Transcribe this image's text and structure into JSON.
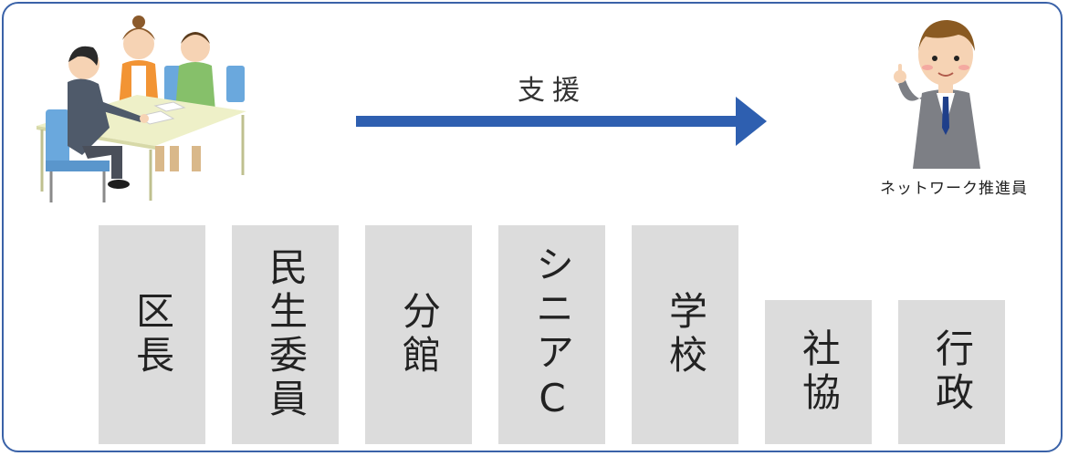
{
  "colors": {
    "frame_border": "#3a62a8",
    "arrow": "#2e5fb0",
    "box_fill": "#dcdcdc"
  },
  "arrow": {
    "label": "支援"
  },
  "person": {
    "caption": "ネットワーク推進員"
  },
  "organizations": [
    {
      "label": "区長"
    },
    {
      "label": "民生委員"
    },
    {
      "label": "分館"
    },
    {
      "label": "シニアC"
    },
    {
      "label": "学校"
    },
    {
      "label": "社協"
    },
    {
      "label": "行政"
    }
  ],
  "icons": {
    "meeting": "consultation-meeting-illustration",
    "coordinator": "network-coordinator-illustration"
  }
}
